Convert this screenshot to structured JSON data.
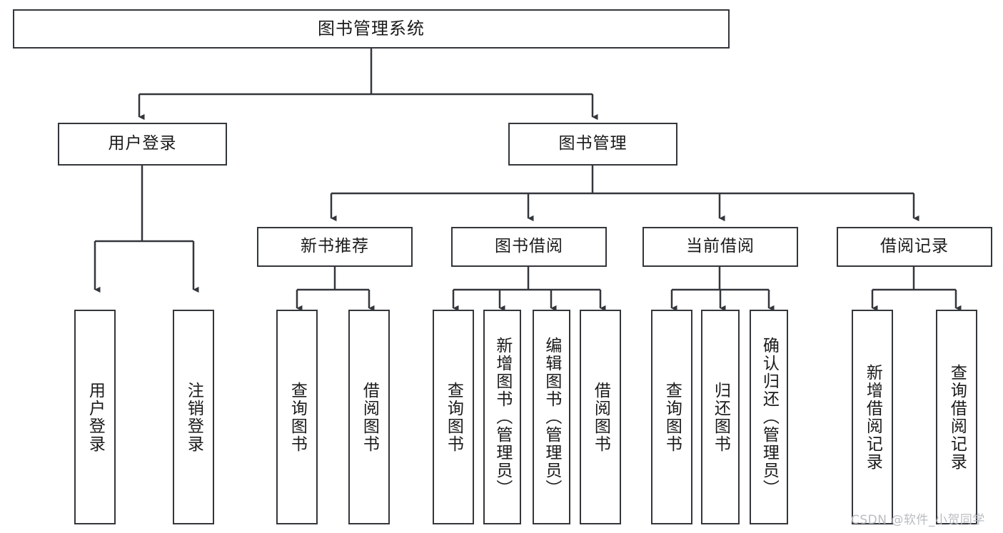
{
  "diagram": {
    "title": "图书管理系统",
    "type": "tree-hierarchy-chart",
    "colors": {
      "background": "#ffffff",
      "node_border": "#33363b",
      "node_fill": "#ffffff",
      "edge": "#33363b",
      "text": "#1a1a1a",
      "watermark": "#b9bcc0"
    },
    "nodes": {
      "root": {
        "label": "图书管理系统"
      },
      "level2": [
        {
          "label": "用户登录"
        },
        {
          "label": "图书管理"
        }
      ],
      "level3": [
        {
          "label": "新书推荐"
        },
        {
          "label": "图书借阅"
        },
        {
          "label": "当前借阅"
        },
        {
          "label": "借阅记录"
        }
      ],
      "leaves_user_login": [
        {
          "label": "用户登录"
        },
        {
          "label": "注销登录"
        }
      ],
      "leaves_new_book": [
        {
          "label": "查询图书"
        },
        {
          "label": "借阅图书"
        }
      ],
      "leaves_borrow": [
        {
          "label": "查询图书"
        },
        {
          "label": "新增图书（管理员）"
        },
        {
          "label": "编辑图书（管理员）"
        },
        {
          "label": "借阅图书"
        }
      ],
      "leaves_current": [
        {
          "label": "查询图书"
        },
        {
          "label": "归还图书"
        },
        {
          "label": "确认归还（管理员）"
        }
      ],
      "leaves_record": [
        {
          "label": "新增借阅记录"
        },
        {
          "label": "查询借阅记录"
        }
      ]
    },
    "watermark": "CSDN @软件_小贺同学"
  }
}
